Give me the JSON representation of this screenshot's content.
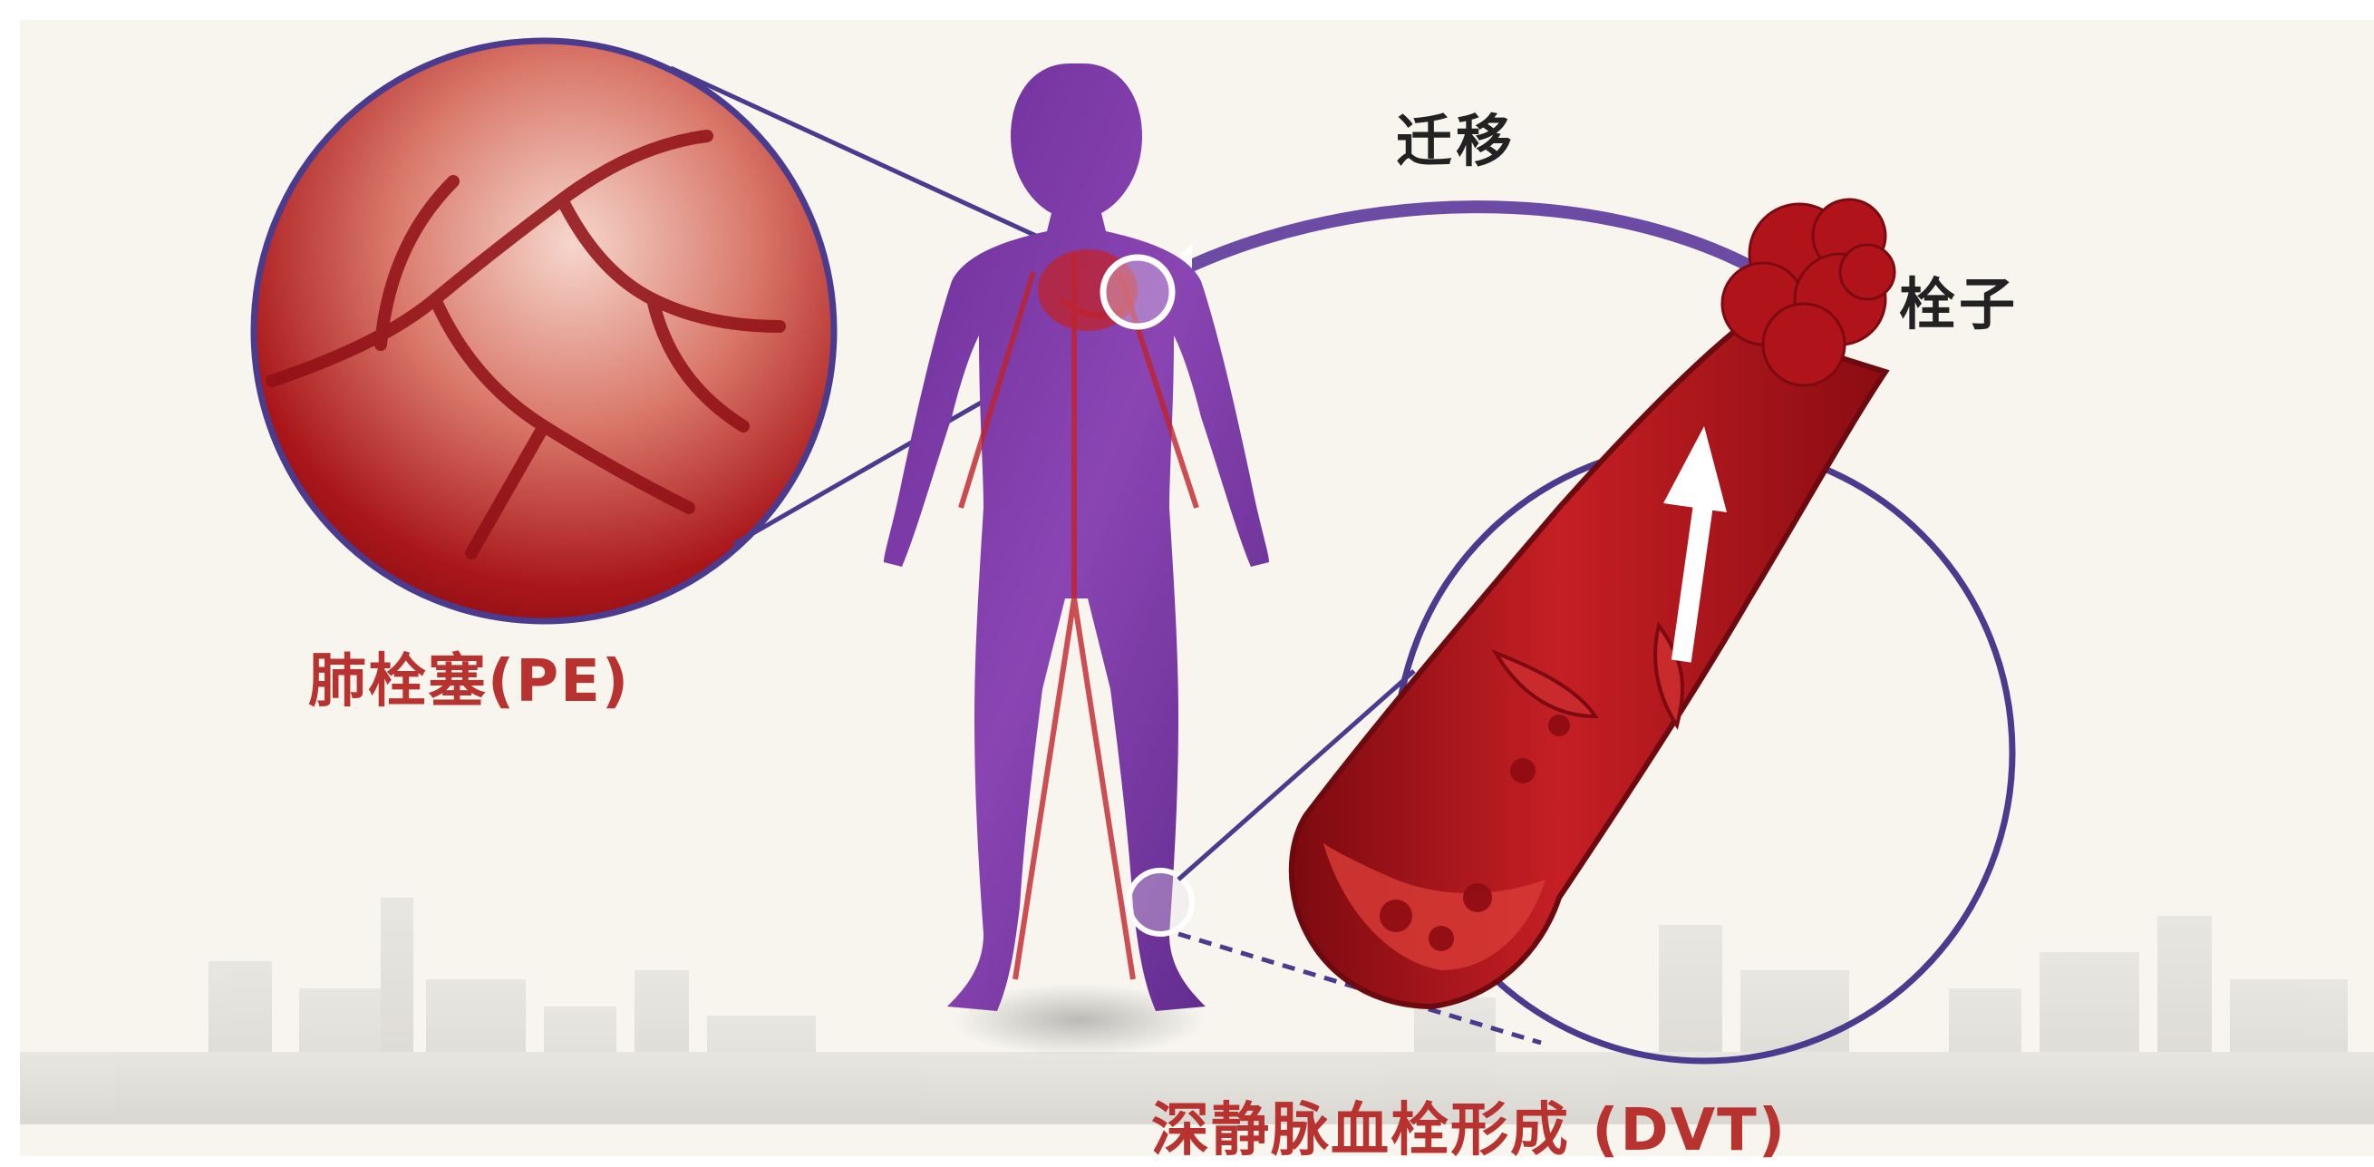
{
  "labels": {
    "migration": "迁移",
    "embolus": "栓子",
    "pe": "肺栓塞(PE)",
    "dvt": "深静脉血栓形成 (DVT)"
  },
  "colors": {
    "background": "#f7f5ee",
    "body_figure": "#7a3aa3",
    "vessel_red": "#b0161c",
    "circle_outline": "#4b3b8f",
    "label_red": "#b8322f",
    "label_dark": "#222222"
  }
}
